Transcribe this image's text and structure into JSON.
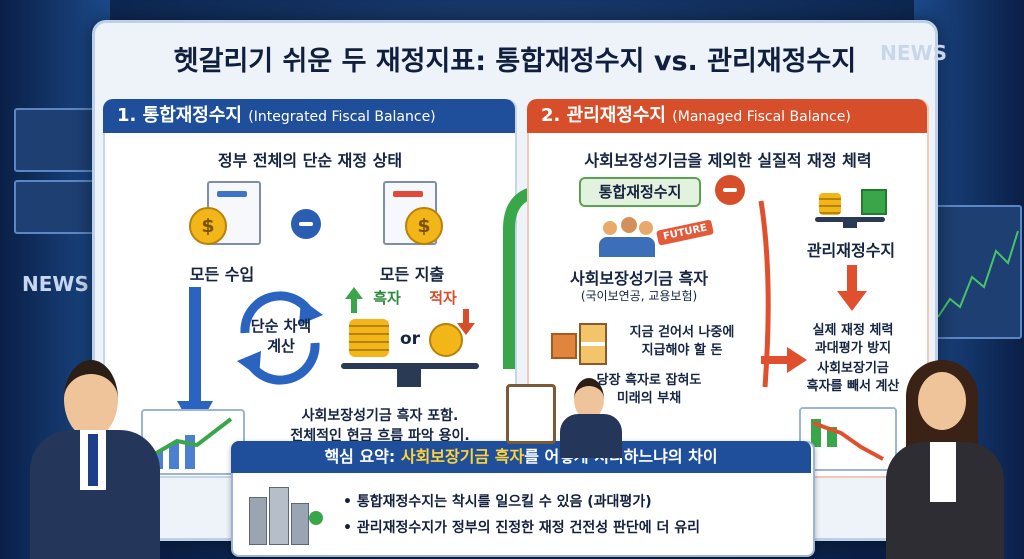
{
  "studio": {
    "news_logo": "NEWS",
    "board_logo": "NEWS"
  },
  "title": "헷갈리기 쉬운 두 재정지표: 통합재정수지 vs. 관리재정수지",
  "left_panel": {
    "heading": "1. 통합재정수지",
    "heading_en": "(Integrated Fiscal Balance)",
    "subtitle": "정부 전체의 단순 재정 상태",
    "income_label": "모든 수입",
    "spending_label": "모든 지출",
    "calc_label_line1": "단순 차액",
    "calc_label_line2": "계산",
    "surplus_label": "흑자",
    "or_label": "or",
    "deficit_label": "적자",
    "note_line1": "사회보장성기금 흑자 포함.",
    "note_line2": "전체적인 현금 흐름 파악 용이."
  },
  "right_panel": {
    "heading": "2. 관리재정수지",
    "heading_en": "(Managed Fiscal Balance)",
    "subtitle": "사회보장성기금을 제외한 실질적 재정 체력",
    "integrated_pill": "통합재정수지",
    "future_tag": "FUTURE",
    "fund_surplus": "사회보장성기금 흑자",
    "fund_examples": "(국이보연공, 교용보험)",
    "pay_later_line1": "지금 걷어서 나중에",
    "pay_later_line2": "지급해야 할 돈",
    "liability_line1": "당장 흑자로 잡혀도",
    "liability_line2": "미래의 부채",
    "managed_label": "관리재정수지",
    "result_line1": "실제 재정 체력",
    "result_line2": "과대평가 방지",
    "result_line3": "사회보장기금",
    "result_line4": "흑자를 빼서 계산"
  },
  "summary": {
    "heading_prefix": "핵심 요약: ",
    "heading_highlight": "사회보장기금 흑자",
    "heading_suffix": "를 어떻게 처리하느냐의 차이",
    "bullets": [
      "통합재정수지는 착시를 일으킬 수 있음 (과대평가)",
      "관리재정수지가 정부의 진정한 재정 건전성 판단에 더 유리"
    ]
  },
  "colors": {
    "blue": "#1f4f9a",
    "red": "#d64f2a",
    "green": "#3aa64a",
    "gold": "#f2b619"
  }
}
